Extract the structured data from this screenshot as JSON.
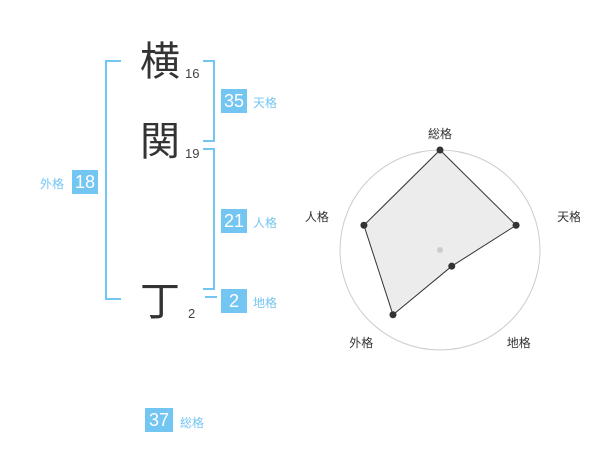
{
  "name": {
    "chars": [
      {
        "char": "横",
        "strokes": "16"
      },
      {
        "char": "関",
        "strokes": "19"
      },
      {
        "char": "丁",
        "strokes": "2"
      }
    ]
  },
  "kaku": {
    "tenkaku": {
      "value": "35",
      "label": "天格"
    },
    "jinkaku": {
      "value": "21",
      "label": "人格"
    },
    "chikaku": {
      "value": "2",
      "label": "地格"
    },
    "gaikaku": {
      "value": "18",
      "label": "外格"
    },
    "soukaku": {
      "value": "37",
      "label": "総格"
    }
  },
  "colors": {
    "accent": "#74c6f2",
    "text": "#333333"
  },
  "chart_data": {
    "type": "radar",
    "axes": [
      "総格",
      "天格",
      "地格",
      "外格",
      "人格"
    ],
    "values": [
      5,
      4,
      1,
      4,
      4
    ],
    "range": [
      0,
      5
    ],
    "grid_rings": 5
  }
}
